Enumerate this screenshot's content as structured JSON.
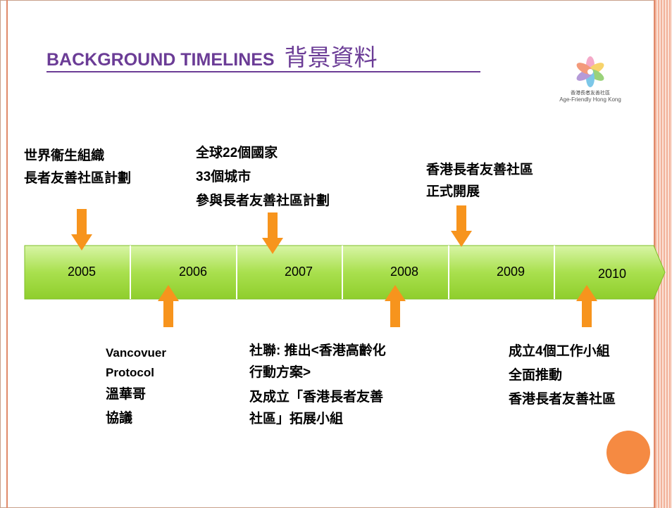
{
  "title": {
    "main": "BACKGROUND TIMELINES",
    "sub": "背景資料"
  },
  "logo": {
    "cn": "香港長者友善社區",
    "en": "Age-Friendly Hong Kong"
  },
  "timeline": {
    "years": [
      "2005",
      "2006",
      "2007",
      "2008",
      "2009",
      "2010"
    ]
  },
  "events_above": [
    {
      "lines": [
        "世界衞生組織",
        "長者友善社區計劃"
      ]
    },
    {
      "lines": [
        "全球22個國家",
        "33個城市",
        "參與長者友善社區計劃"
      ]
    },
    {
      "lines": [
        "香港長者友善社區",
        "正式開展"
      ]
    }
  ],
  "events_below": [
    {
      "lines": [
        "Vancovuer",
        "Protocol",
        "溫華哥",
        "協議"
      ]
    },
    {
      "lines": [
        "社聯: 推出<香港高齡化",
        "行動方案>",
        "及成立「香港長者友善",
        "社區」拓展小組"
      ]
    },
    {
      "lines": [
        "成立4個工作小組",
        "全面推動",
        "香港長者友善社區"
      ]
    }
  ],
  "colors": {
    "title": "#6b3c96",
    "timeline_green_light": "#d8f5a6",
    "timeline_green_dark": "#8fce2c",
    "arrow_orange": "#f7941d",
    "circle_orange": "#f58a42"
  }
}
